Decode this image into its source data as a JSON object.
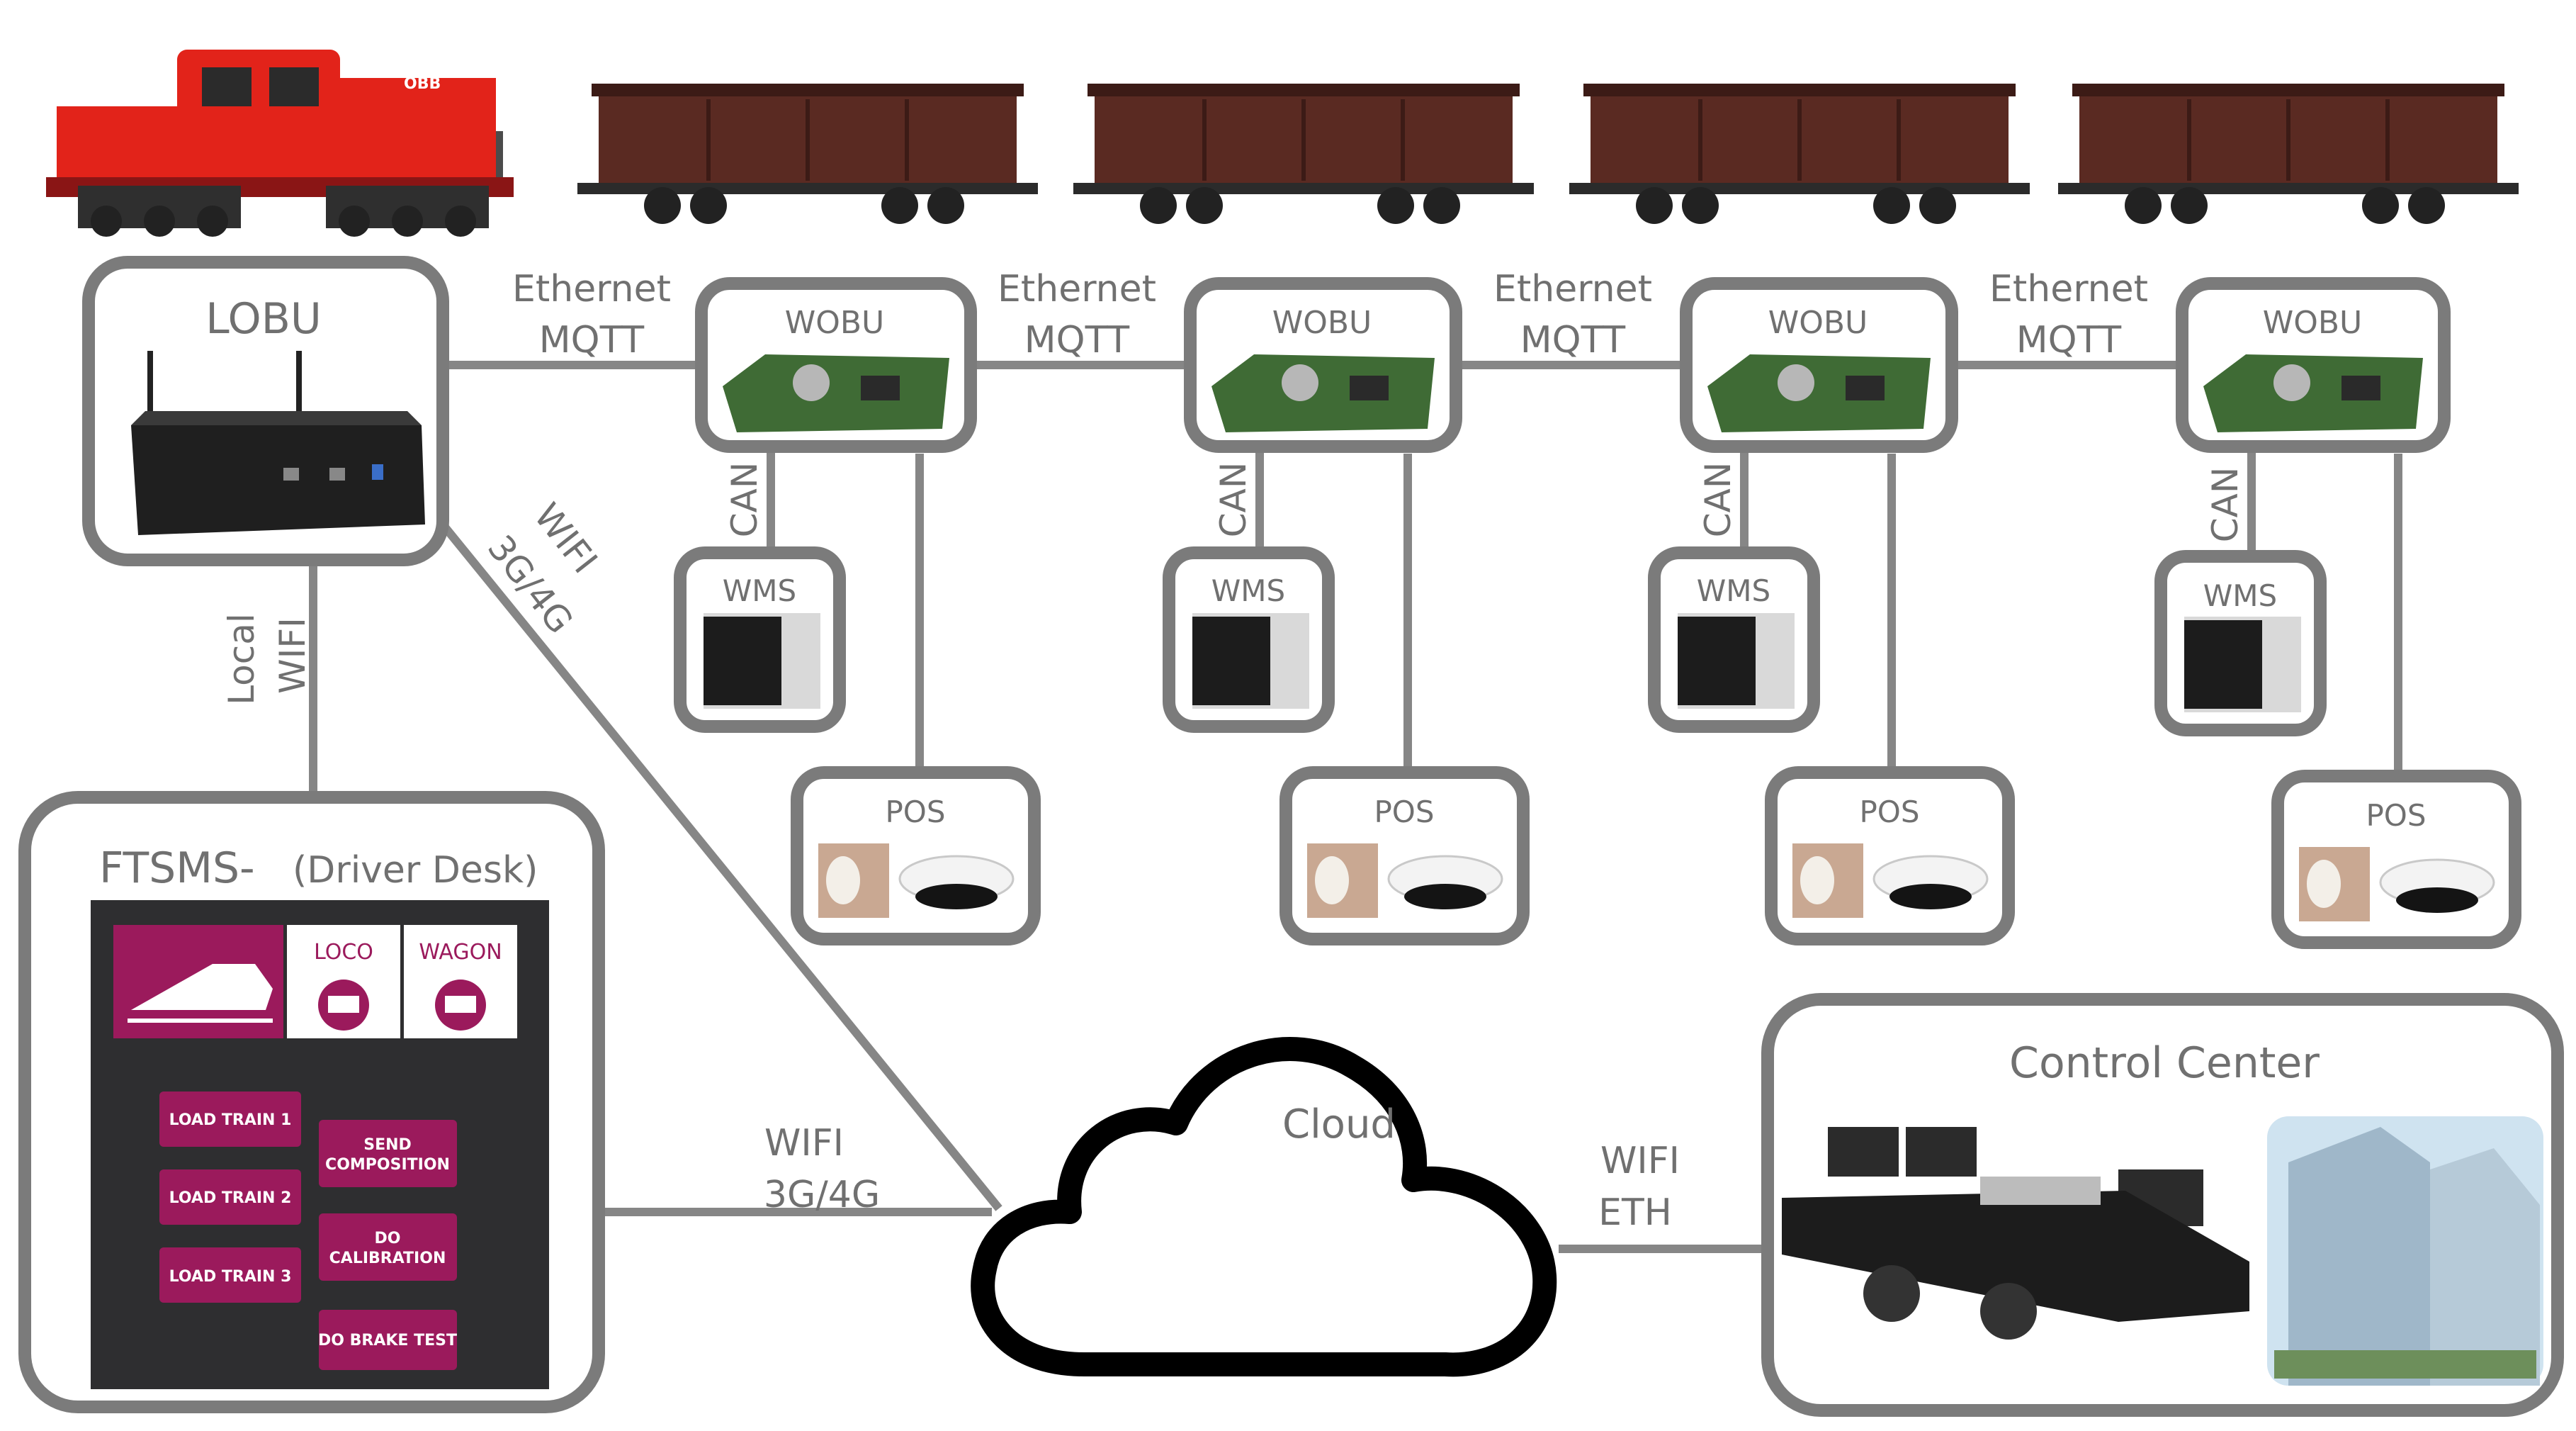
{
  "colors": {
    "box_border": "#7b7b7b",
    "wire": "#868686",
    "label_text": "#707070",
    "loco_red": "#e2231a",
    "wagon_brown": "#5a2a22",
    "ftsms_panel": "#2e2e30",
    "ftsms_accent": "#9b1a5c",
    "cloud_outline": "#000000"
  },
  "links": {
    "ethernet_line1": "Ethernet",
    "ethernet_line2": "MQTT",
    "can": "CAN",
    "lobu_ftsms_line1": "Local",
    "lobu_ftsms_line2": "WIFI",
    "lobu_cloud_line1": "WIFI",
    "lobu_cloud_line2": "3G/4G",
    "ftsms_cloud_line1": "WIFI",
    "ftsms_cloud_line2": "3G/4G",
    "cloud_cc_line1": "WIFI",
    "cloud_cc_line2": "ETH"
  },
  "lobu": {
    "title": "LOBU",
    "device_icon": "industrial-pc-icon"
  },
  "wobu": {
    "title": "WOBU",
    "device_icon": "circuit-board-icon"
  },
  "wms": {
    "title": "WMS",
    "device_icon": "sensor-module-icon"
  },
  "pos": {
    "title": "POS",
    "device_icon": "gnss-antenna-icon"
  },
  "wagons": [
    {
      "id": 1
    },
    {
      "id": 2
    },
    {
      "id": 3
    },
    {
      "id": 4
    }
  ],
  "cloud": {
    "label": "Cloud"
  },
  "control_center": {
    "title": "Control Center"
  },
  "ftsms": {
    "title": "FTSMS-",
    "subtitle": "(Driver Desk)",
    "tabs": {
      "loco": "LOCO",
      "wagon": "WAGON"
    },
    "buttons": {
      "load_train_1": "LOAD TRAIN 1",
      "load_train_2": "LOAD TRAIN 2",
      "load_train_3": "LOAD TRAIN 3",
      "send_composition_1": "SEND",
      "send_composition_2": "COMPOSITION",
      "do_calibration_1": "DO",
      "do_calibration_2": "CALIBRATION",
      "do_brake_test": "DO BRAKE TEST"
    }
  }
}
